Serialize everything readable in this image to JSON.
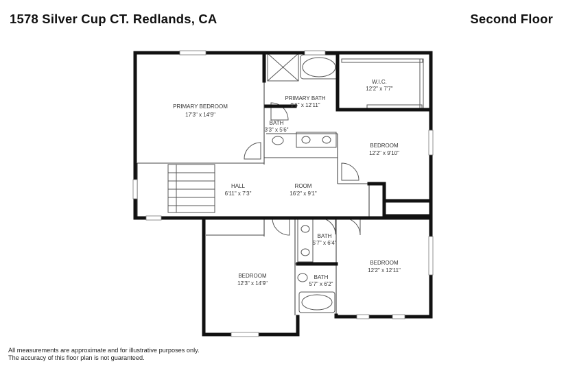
{
  "header": {
    "address": "1578 Silver Cup CT. Redlands, CA",
    "floor": "Second Floor"
  },
  "rooms": [
    {
      "name": "PRIMARY BEDROOM",
      "dims": "17'3\" x 14'9\""
    },
    {
      "name": "PRIMARY BATH",
      "dims": "9'6\" x 12'11\""
    },
    {
      "name": "W.I.C.",
      "dims": "12'2\" x 7'7\""
    },
    {
      "name": "BATH",
      "dims": "3'3\" x 5'6\""
    },
    {
      "name": "BEDROOM",
      "dims": "12'2\" x 9'10\""
    },
    {
      "name": "HALL",
      "dims": "6'11\" x 7'3\""
    },
    {
      "name": "ROOM",
      "dims": "16'2\" x 9'1\""
    },
    {
      "name": "BATH",
      "dims": "5'7\" x 6'4\""
    },
    {
      "name": "BEDROOM",
      "dims": "12'2\" x 12'11\""
    },
    {
      "name": "BEDROOM",
      "dims": "12'3\" x 14'9\""
    },
    {
      "name": "BATH",
      "dims": "5'7\" x 6'2\""
    }
  ],
  "disclaimer": {
    "line1": "All measurements are approximate and for illustrative purposes only.",
    "line2": "The accuracy of this floor plan is not guaranteed."
  }
}
